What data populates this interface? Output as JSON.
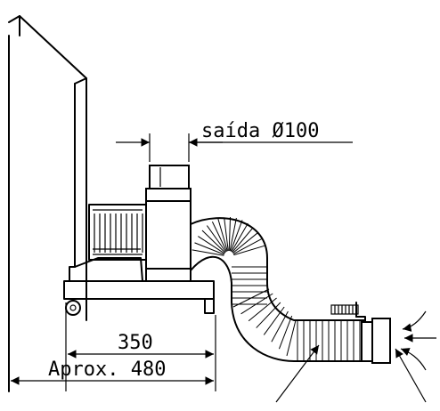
{
  "labels": {
    "outlet": "saída Ø100",
    "width_inner": "350",
    "width_outer": "Aprox. 480"
  }
}
